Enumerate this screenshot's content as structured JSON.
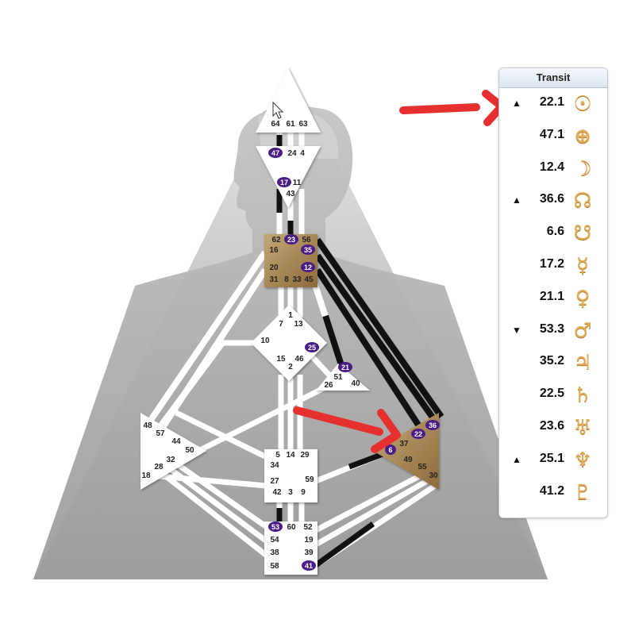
{
  "diagram": {
    "gates": {
      "head": [
        "64",
        "61",
        "63"
      ],
      "ajna": [
        "47",
        "24",
        "4",
        "17",
        "11",
        "43"
      ],
      "throat": [
        "62",
        "23",
        "56",
        "16",
        "35",
        "12",
        "20",
        "31",
        "8",
        "33",
        "45"
      ],
      "g_center": [
        "1",
        "7",
        "13",
        "10",
        "25",
        "15",
        "46",
        "2"
      ],
      "heart": [
        "21",
        "51",
        "26",
        "40"
      ],
      "spleen": [
        "48",
        "57",
        "44",
        "50",
        "32",
        "28",
        "18"
      ],
      "sacral": [
        "5",
        "14",
        "29",
        "34",
        "27",
        "59",
        "42",
        "3",
        "9"
      ],
      "solar_plexus": [
        "36",
        "22",
        "37",
        "6",
        "49",
        "55",
        "30"
      ],
      "root": [
        "53",
        "60",
        "52",
        "54",
        "19",
        "38",
        "39",
        "58",
        "41"
      ]
    },
    "highlighted_gates": [
      "47",
      "17",
      "23",
      "35",
      "12",
      "25",
      "21",
      "36",
      "22",
      "6",
      "53",
      "41"
    ],
    "colors": {
      "gate_highlight": "#4a1c86",
      "defined_center": "#a98752",
      "channel_active": "#111111",
      "channel_open": "#ffffff",
      "arrow": "#e63030",
      "glyph": "#e2ad58"
    }
  },
  "transit_panel": {
    "title": "Transit",
    "rows": [
      {
        "marker": "▲",
        "value": "22.1",
        "glyph": "☉",
        "icon": "sun-icon"
      },
      {
        "marker": "",
        "value": "47.1",
        "glyph": "⊕",
        "icon": "earth-icon"
      },
      {
        "marker": "",
        "value": "12.4",
        "glyph": "☽",
        "icon": "moon-icon"
      },
      {
        "marker": "▲",
        "value": "36.6",
        "glyph": "☊",
        "icon": "north-node-icon"
      },
      {
        "marker": "",
        "value": "6.6",
        "glyph": "☋",
        "icon": "south-node-icon"
      },
      {
        "marker": "",
        "value": "17.2",
        "glyph": "☿",
        "icon": "mercury-icon"
      },
      {
        "marker": "",
        "value": "21.1",
        "glyph": "♀",
        "icon": "venus-icon"
      },
      {
        "marker": "▼",
        "value": "53.3",
        "glyph": "♂",
        "icon": "mars-icon"
      },
      {
        "marker": "",
        "value": "35.2",
        "glyph": "♃",
        "icon": "jupiter-icon"
      },
      {
        "marker": "",
        "value": "22.5",
        "glyph": "♄",
        "icon": "saturn-icon"
      },
      {
        "marker": "",
        "value": "23.6",
        "glyph": "♅",
        "icon": "uranus-icon"
      },
      {
        "marker": "▲",
        "value": "25.1",
        "glyph": "♆",
        "icon": "neptune-icon"
      },
      {
        "marker": "",
        "value": "41.2",
        "glyph": "♇",
        "icon": "pluto-icon"
      }
    ]
  }
}
